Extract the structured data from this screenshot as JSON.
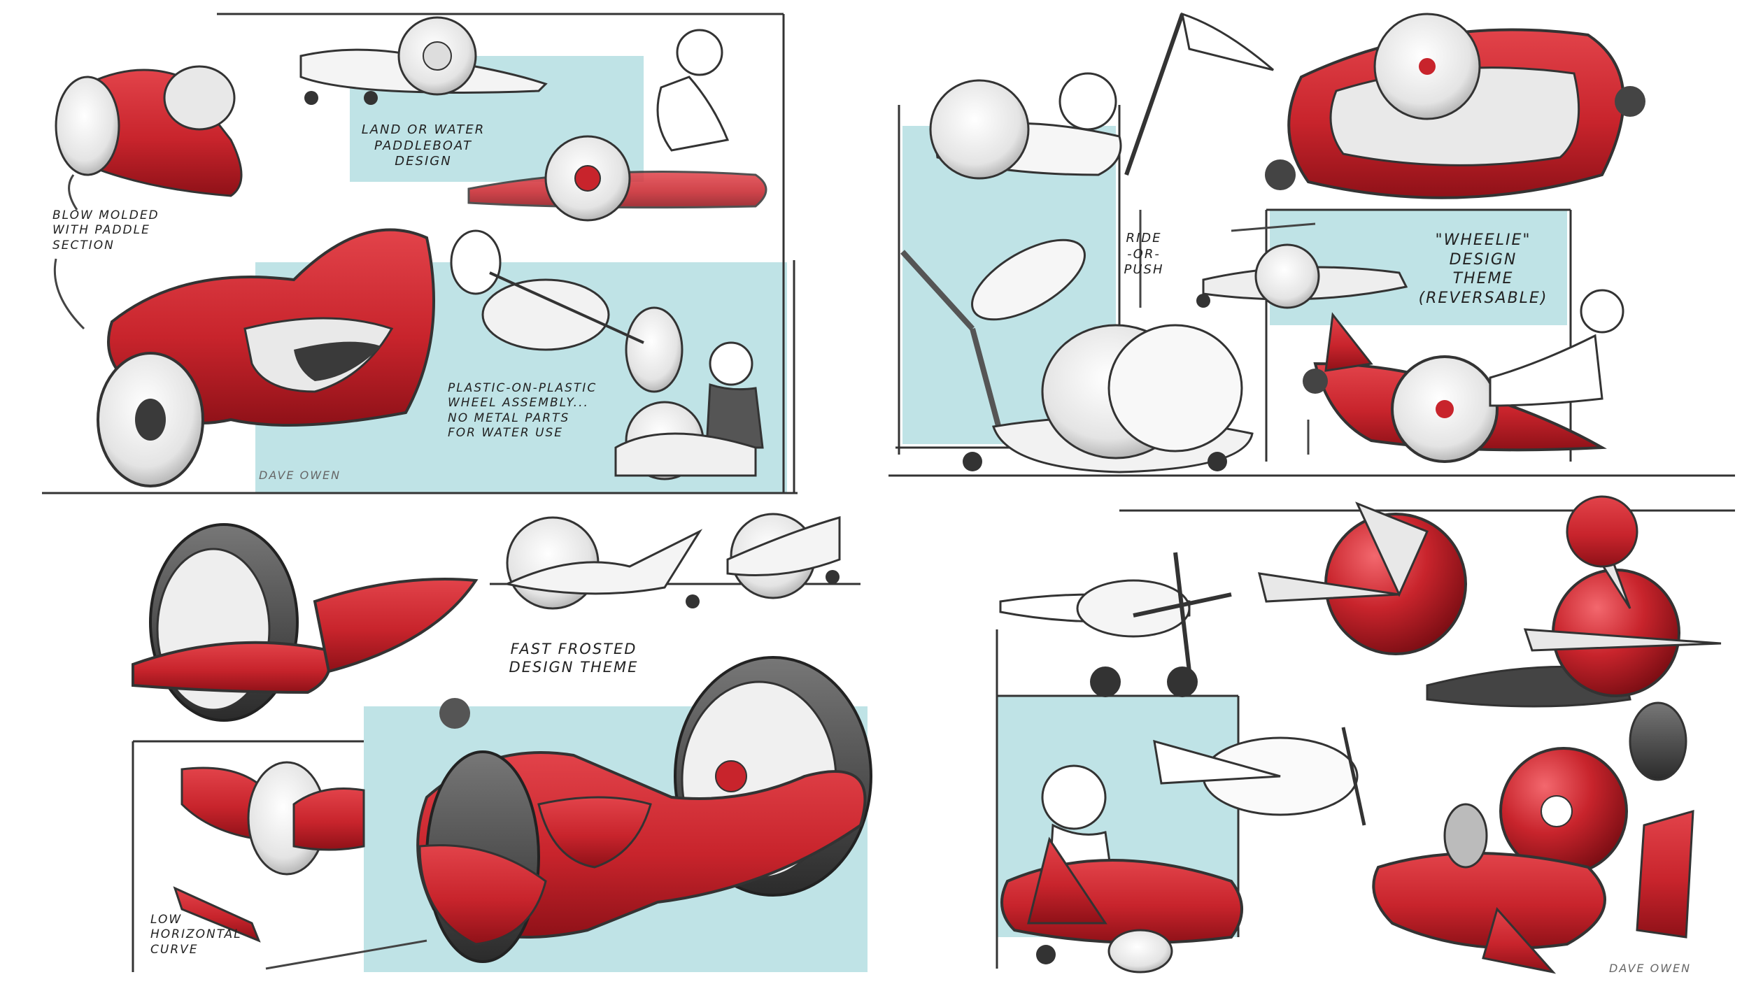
{
  "colors": {
    "accent_red": "#c8242c",
    "dark_red": "#8f1118",
    "panel_blue": "#bfe3e6",
    "ink": "#222222"
  },
  "panels": [
    {
      "name": "paddleboat",
      "notes": {
        "land_or_water": "Land or Water\nPaddleboat\nDesign",
        "blow_molded": "Blow Molded\nWith Paddle\nSection",
        "plastic_wheel": "Plastic-on-Plastic\nWheel Assembly...\nNo Metal Parts\nFor Water Use",
        "signature": "Dave Owen"
      }
    },
    {
      "name": "wheelie",
      "notes": {
        "ride_or_push": "Ride\n-or-\nPush",
        "wheelie_theme": "\"Wheelie\"\nDesign\nTheme\n(Reversable)"
      }
    },
    {
      "name": "fast-frosted",
      "notes": {
        "fast_frosted": "Fast Frosted\nDesign Theme",
        "low_horizontal": "Low\nHorizontal\nCurve"
      }
    },
    {
      "name": "airplane",
      "notes": {
        "signature": "Dave Owen"
      }
    }
  ]
}
